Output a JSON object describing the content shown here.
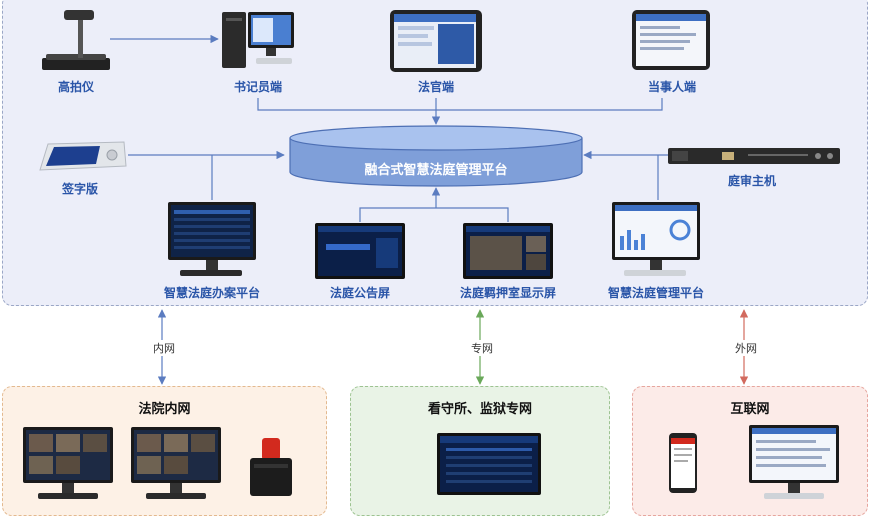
{
  "center": {
    "label": "融合式智慧法庭管理平台"
  },
  "devices": {
    "camera": "高拍仪",
    "clerk": "书记员端",
    "judge": "法官端",
    "party": "当事人端",
    "signpad": "签字版",
    "host": "庭审主机",
    "case_platform": "智慧法庭办案平台",
    "notice_screen": "法庭公告屏",
    "detention_screen": "法庭羁押室显示屏",
    "mgmt_platform": "智慧法庭管理平台"
  },
  "networks": {
    "intranet": "内网",
    "private": "专网",
    "extranet": "外网"
  },
  "zones": {
    "court": "法院内网",
    "prison": "看守所、监狱专网",
    "internet": "互联网"
  },
  "colors": {
    "label_blue": "#2a55a8",
    "line_blue": "#5b7cc0",
    "cylinder": "#8faee3"
  }
}
